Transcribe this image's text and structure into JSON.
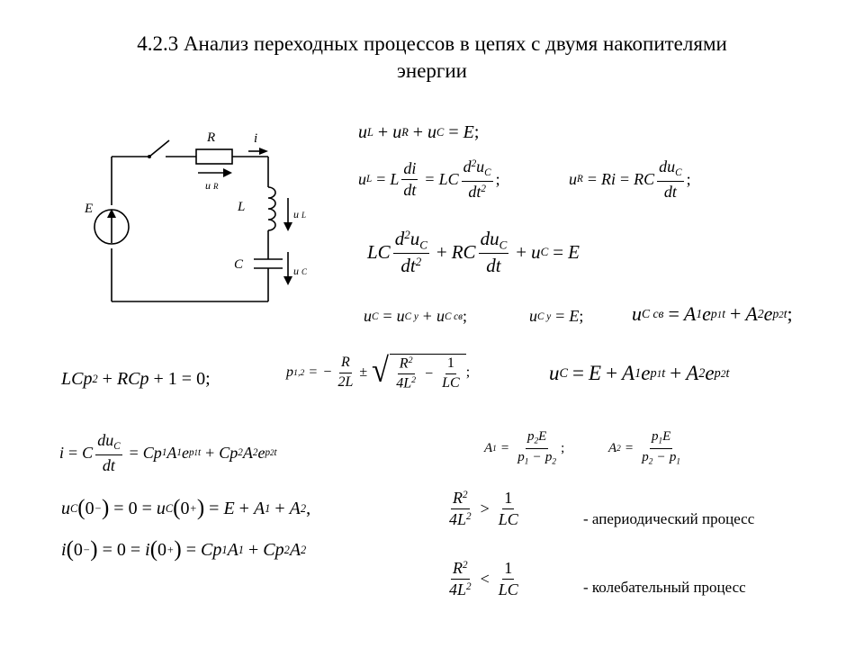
{
  "title": {
    "line1": "4.2.3 Анализ переходных процессов в цепях с двумя накопителями",
    "line2": "энергии"
  },
  "circuit": {
    "labels": {
      "R": "R",
      "i": "i",
      "u": "u",
      "sub_R": "R",
      "L": "L",
      "sub_L": "L",
      "C": "C",
      "sub_C": "C",
      "E": "E"
    }
  },
  "notes": {
    "aperiodic": "- апериодический процесс",
    "oscillatory": "- колебательный процесс"
  }
}
